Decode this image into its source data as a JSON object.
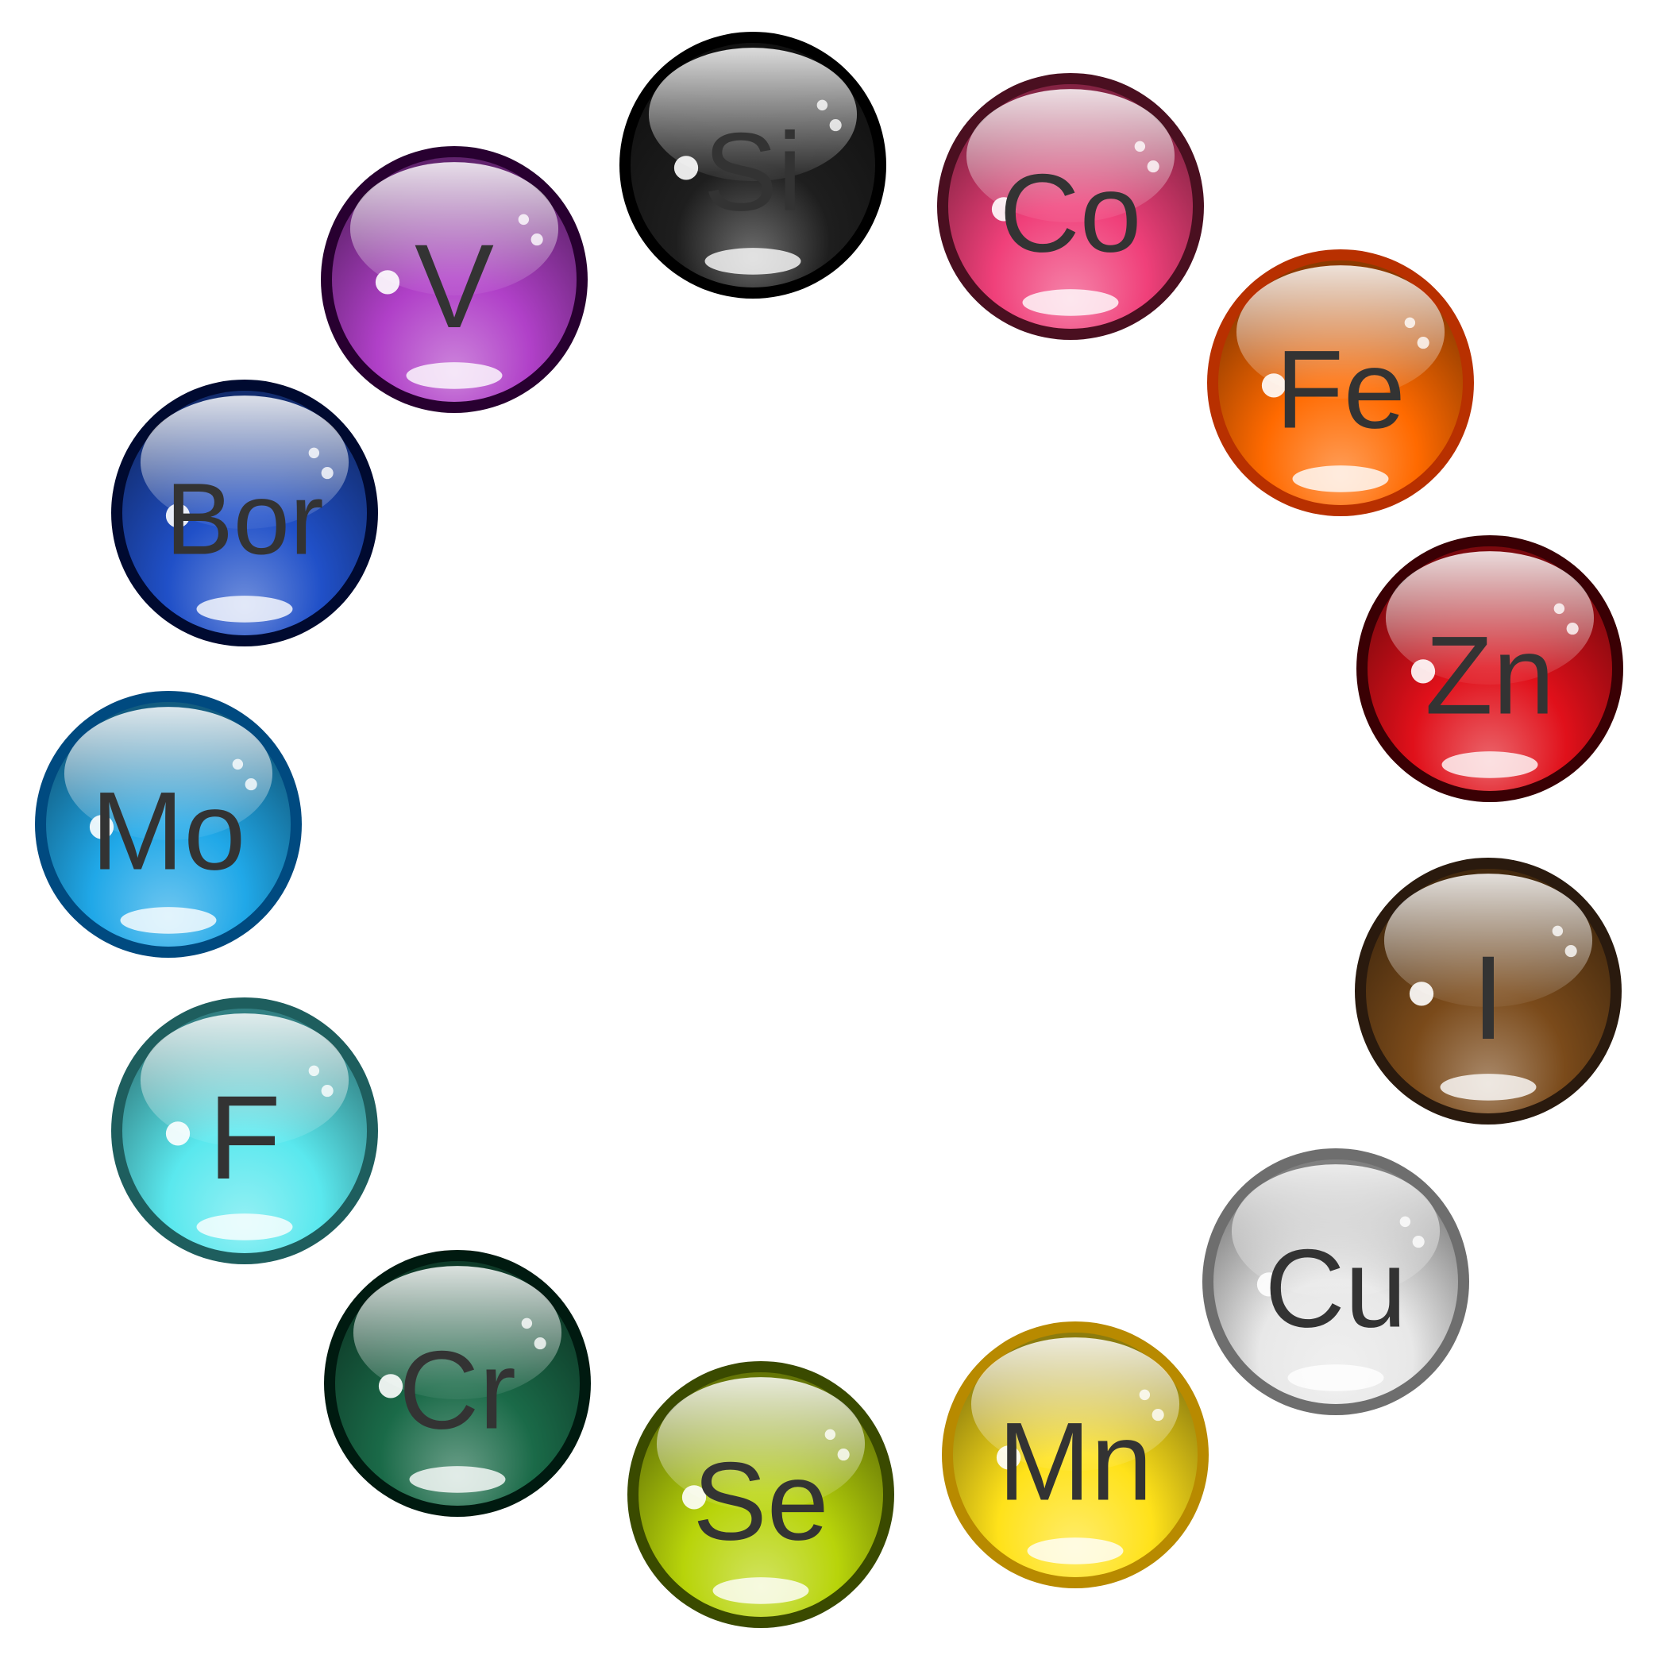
{
  "elements": [
    {
      "symbol": "Si",
      "color": "#1e1e1e",
      "rim": "#000000"
    },
    {
      "symbol": "Co",
      "color": "#f0407a",
      "rim": "#4a0f20"
    },
    {
      "symbol": "Fe",
      "color": "#ff6a00",
      "rim": "#b83000"
    },
    {
      "symbol": "Zn",
      "color": "#e0101a",
      "rim": "#3a0004"
    },
    {
      "symbol": "I",
      "color": "#7a4a1a",
      "rim": "#2a1a0e"
    },
    {
      "symbol": "Cu",
      "color": "#e8e8e8",
      "rim": "#6e6e6e"
    },
    {
      "symbol": "Mn",
      "color": "#ffe21a",
      "rim": "#b88a00"
    },
    {
      "symbol": "Se",
      "color": "#b8d40a",
      "rim": "#3a4a00"
    },
    {
      "symbol": "Cr",
      "color": "#1a6a48",
      "rim": "#001a10"
    },
    {
      "symbol": "F",
      "color": "#5ae8ee",
      "rim": "#1e5e5e"
    },
    {
      "symbol": "Mo",
      "color": "#20a8e8",
      "rim": "#004a80"
    },
    {
      "symbol": "Bor",
      "color": "#2050c8",
      "rim": "#000a30"
    },
    {
      "symbol": "V",
      "color": "#b040c8",
      "rim": "#280030"
    }
  ]
}
